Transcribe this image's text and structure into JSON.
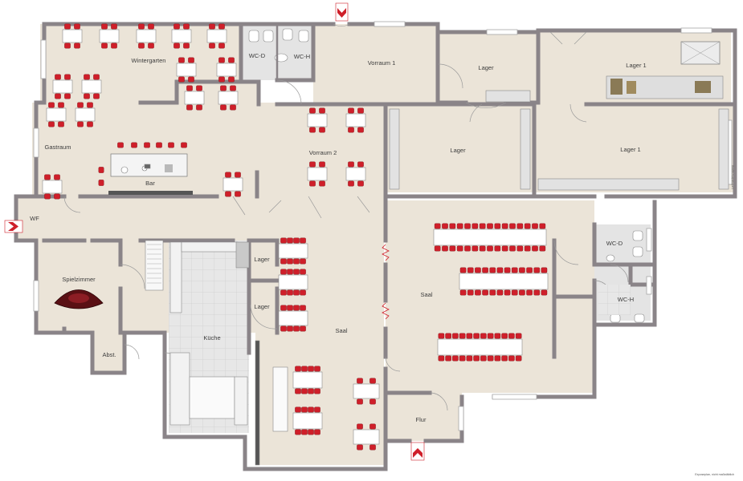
{
  "rooms": {
    "wintergarten": "Wintergarten",
    "wc_d_top": "WC-D",
    "wc_h_top": "WC-H",
    "vorraum1": "Vorraum 1",
    "lager_top": "Lager",
    "lager1_top": "Lager 1",
    "gastraum": "Gastraum",
    "bar": "Bar",
    "vorraum2": "Vorraum 2",
    "lager_mid": "Lager",
    "lager1_mid": "Lager 1",
    "wf": "WF",
    "spielzimmer": "Spielzimmer",
    "lager_a": "Lager",
    "lager_b": "Lager",
    "kueche": "Küche",
    "saal_left": "Saal",
    "saal_right": "Saal",
    "wc_d_right": "WC-D",
    "wc_h_right": "WC-H",
    "abst": "Abst.",
    "flur": "Flur"
  },
  "footnote": "Exposeplan, nicht maßstäblich",
  "side_note": "Lieferantenzugang",
  "colors": {
    "wall": "#8a8488",
    "floor": "#ebe4d8",
    "tile": "#e6e6e6",
    "accent": "#cf1f2a"
  }
}
